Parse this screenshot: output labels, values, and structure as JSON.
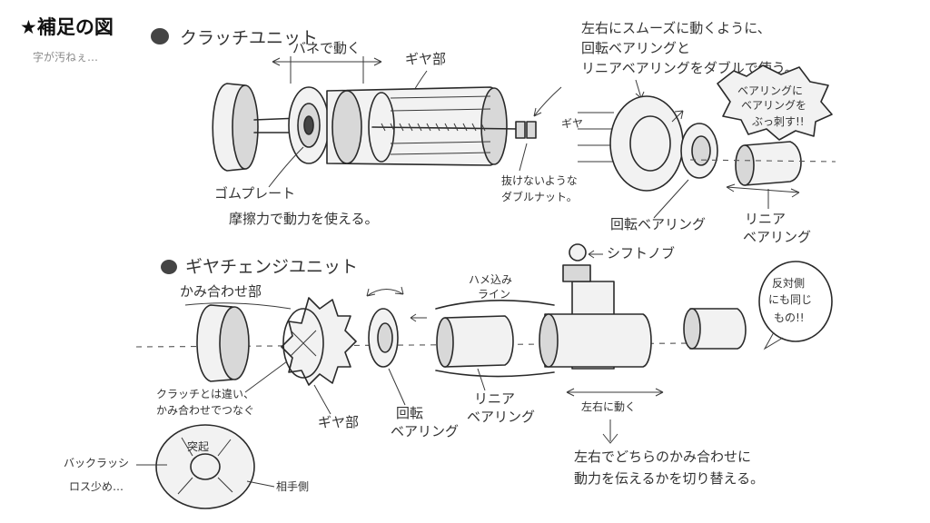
{
  "title": "★補足の図",
  "subtitle": "字が汚ねぇ…",
  "clutch": {
    "heading": "クラッチユニット",
    "spring_label": "バネで動く",
    "gear_label": "ギヤ部",
    "rubber_plate_label": "ゴムプレート",
    "friction_note": "摩擦力で動力を使える。",
    "nut_note_line1": "抜けないような",
    "nut_note_line2": "ダブルナット。",
    "smooth_note_line1": "左右にスムーズに動くように、",
    "smooth_note_line2": "回転ベアリングと",
    "smooth_note_line3": "リニアベアリングをダブルで使う。",
    "gear_side_label": "ギヤ",
    "rotary_bearing_label": "回転ベアリング",
    "linear_bearing_line1": "リニア",
    "linear_bearing_line2": "ベアリング",
    "burst_line1": "ベアリングに",
    "burst_line2": "ベアリングを",
    "burst_line3": "ぶっ刺す!!"
  },
  "gear_change": {
    "heading": "ギヤチェンジユニット",
    "mesh_label": "かみ合わせ部",
    "mesh_note_line1": "クラッチとは違い、",
    "mesh_note_line2": "かみ合わせでつなぐ",
    "gear_label": "ギヤ部",
    "rotary_line1": "回転",
    "rotary_line2": "ベアリング",
    "linear_line1": "リニア",
    "linear_line2": "ベアリング",
    "fit_label_line1": "ハメ込み",
    "fit_label_line2": "ライン",
    "shift_label": "シフトノブ",
    "move_label": "左右に動く",
    "opposite_line1": "反対側",
    "opposite_line2": "にも同じ",
    "opposite_line3": "もの!!",
    "switch_note_line1": "左右でどちらのかみ合わせに",
    "switch_note_line2": "動力を伝えるかを切り替える。",
    "backlash_line1": "バックラッシ",
    "backlash_line2": "ロス少め…",
    "protrusion_label": "突起",
    "counterpart_label": "相手側"
  }
}
